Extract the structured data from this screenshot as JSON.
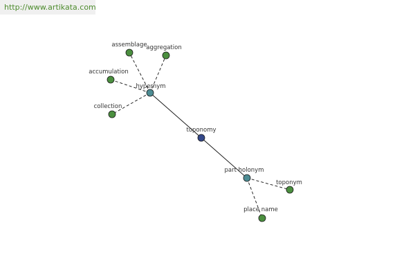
{
  "source": {
    "url_text": "http://www.artikata.com"
  },
  "colors": {
    "center": "#34488a",
    "hub": "#4d8c93",
    "leaf": "#4b8f3f",
    "node_outline": "#1a1a1a",
    "edge": "#111111"
  },
  "graph": {
    "nodes": [
      {
        "id": "toponomy",
        "label": "toponomy",
        "kind": "center"
      },
      {
        "id": "hypernym",
        "label": "hypernym",
        "kind": "hub"
      },
      {
        "id": "part_holonym",
        "label": "part holonym",
        "kind": "hub"
      },
      {
        "id": "assemblage",
        "label": "assemblage",
        "kind": "leaf"
      },
      {
        "id": "aggregation",
        "label": "aggregation",
        "kind": "leaf"
      },
      {
        "id": "accumulation",
        "label": "accumulation",
        "kind": "leaf"
      },
      {
        "id": "collection",
        "label": "collection",
        "kind": "leaf"
      },
      {
        "id": "toponym",
        "label": "toponym",
        "kind": "leaf"
      },
      {
        "id": "place_name",
        "label": "place name",
        "kind": "leaf"
      }
    ],
    "edges": [
      {
        "from": "toponomy",
        "to": "hypernym",
        "style": "solid"
      },
      {
        "from": "toponomy",
        "to": "part_holonym",
        "style": "solid"
      },
      {
        "from": "hypernym",
        "to": "assemblage",
        "style": "dashed"
      },
      {
        "from": "hypernym",
        "to": "aggregation",
        "style": "dashed"
      },
      {
        "from": "hypernym",
        "to": "accumulation",
        "style": "dashed"
      },
      {
        "from": "hypernym",
        "to": "collection",
        "style": "dashed"
      },
      {
        "from": "part_holonym",
        "to": "toponym",
        "style": "dashed"
      },
      {
        "from": "part_holonym",
        "to": "place_name",
        "style": "dashed"
      }
    ]
  }
}
